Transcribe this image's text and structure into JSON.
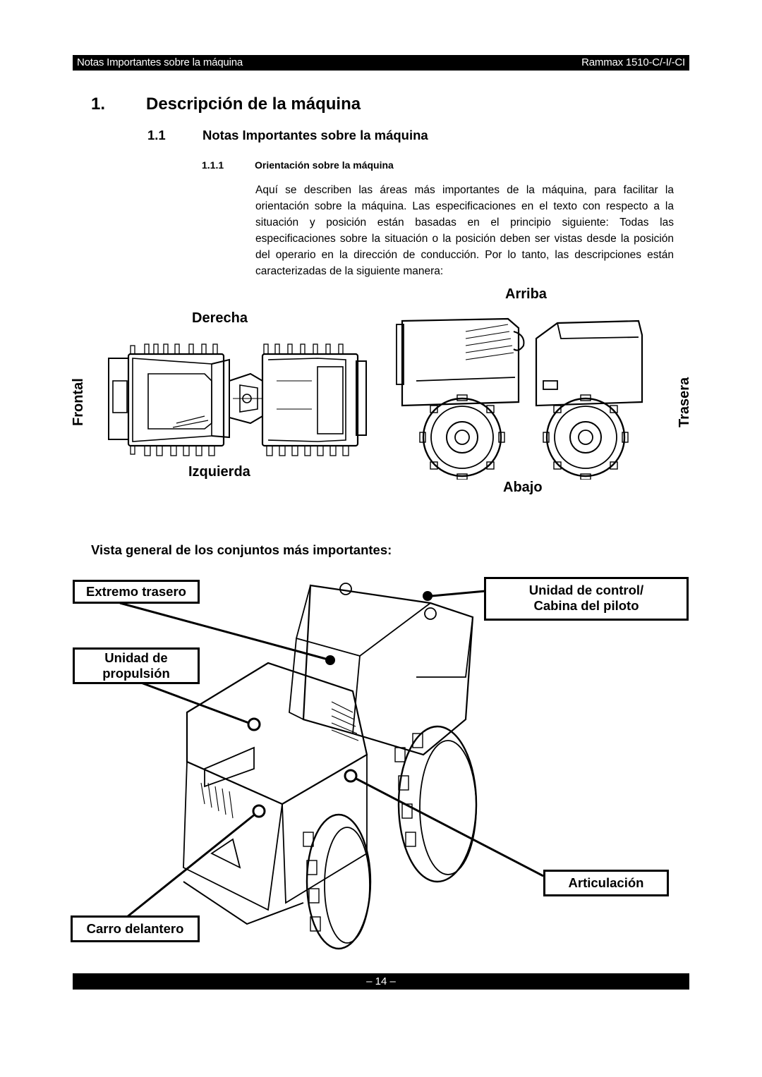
{
  "header": {
    "left": "Notas Importantes sobre la máquina",
    "right": "Rammax 1510-C/-I/-CI"
  },
  "section": {
    "number": "1.",
    "title": "Descripción de la máquina"
  },
  "subsection": {
    "number": "1.1",
    "title": "Notas Importantes sobre la máquina"
  },
  "subsubsection": {
    "number": "1.1.1",
    "title": "Orientación sobre la máquina"
  },
  "body_text": "Aquí se describen las áreas más importantes de la máquina, para facilitar la orientación sobre la máquina. Las especificaciones en el texto con respecto a la situación y posición están basadas en el principio siguiente: Todas las especificaciones sobre la situación o la posición deben ser vistas desde la posición del operario en la dirección de conducción. Por lo tanto, las descripciones están caracterizadas de la siguiente manera:",
  "orientation": {
    "derecha": "Derecha",
    "izquierda": "Izquierda",
    "frontal": "Frontal",
    "arriba": "Arriba",
    "abajo": "Abajo",
    "trasera": "Trasera"
  },
  "overview_heading": "Vista general de los conjuntos más importantes:",
  "callouts": {
    "extremo_trasero": "Extremo trasero",
    "unidad_propulsion_1": "Unidad de",
    "unidad_propulsion_2": "propulsión",
    "unidad_control_1": "Unidad de control/",
    "unidad_control_2": "Cabina del piloto",
    "articulacion": "Articulación",
    "carro_delantero": "Carro delantero"
  },
  "footer": {
    "page": "– 14 –"
  }
}
